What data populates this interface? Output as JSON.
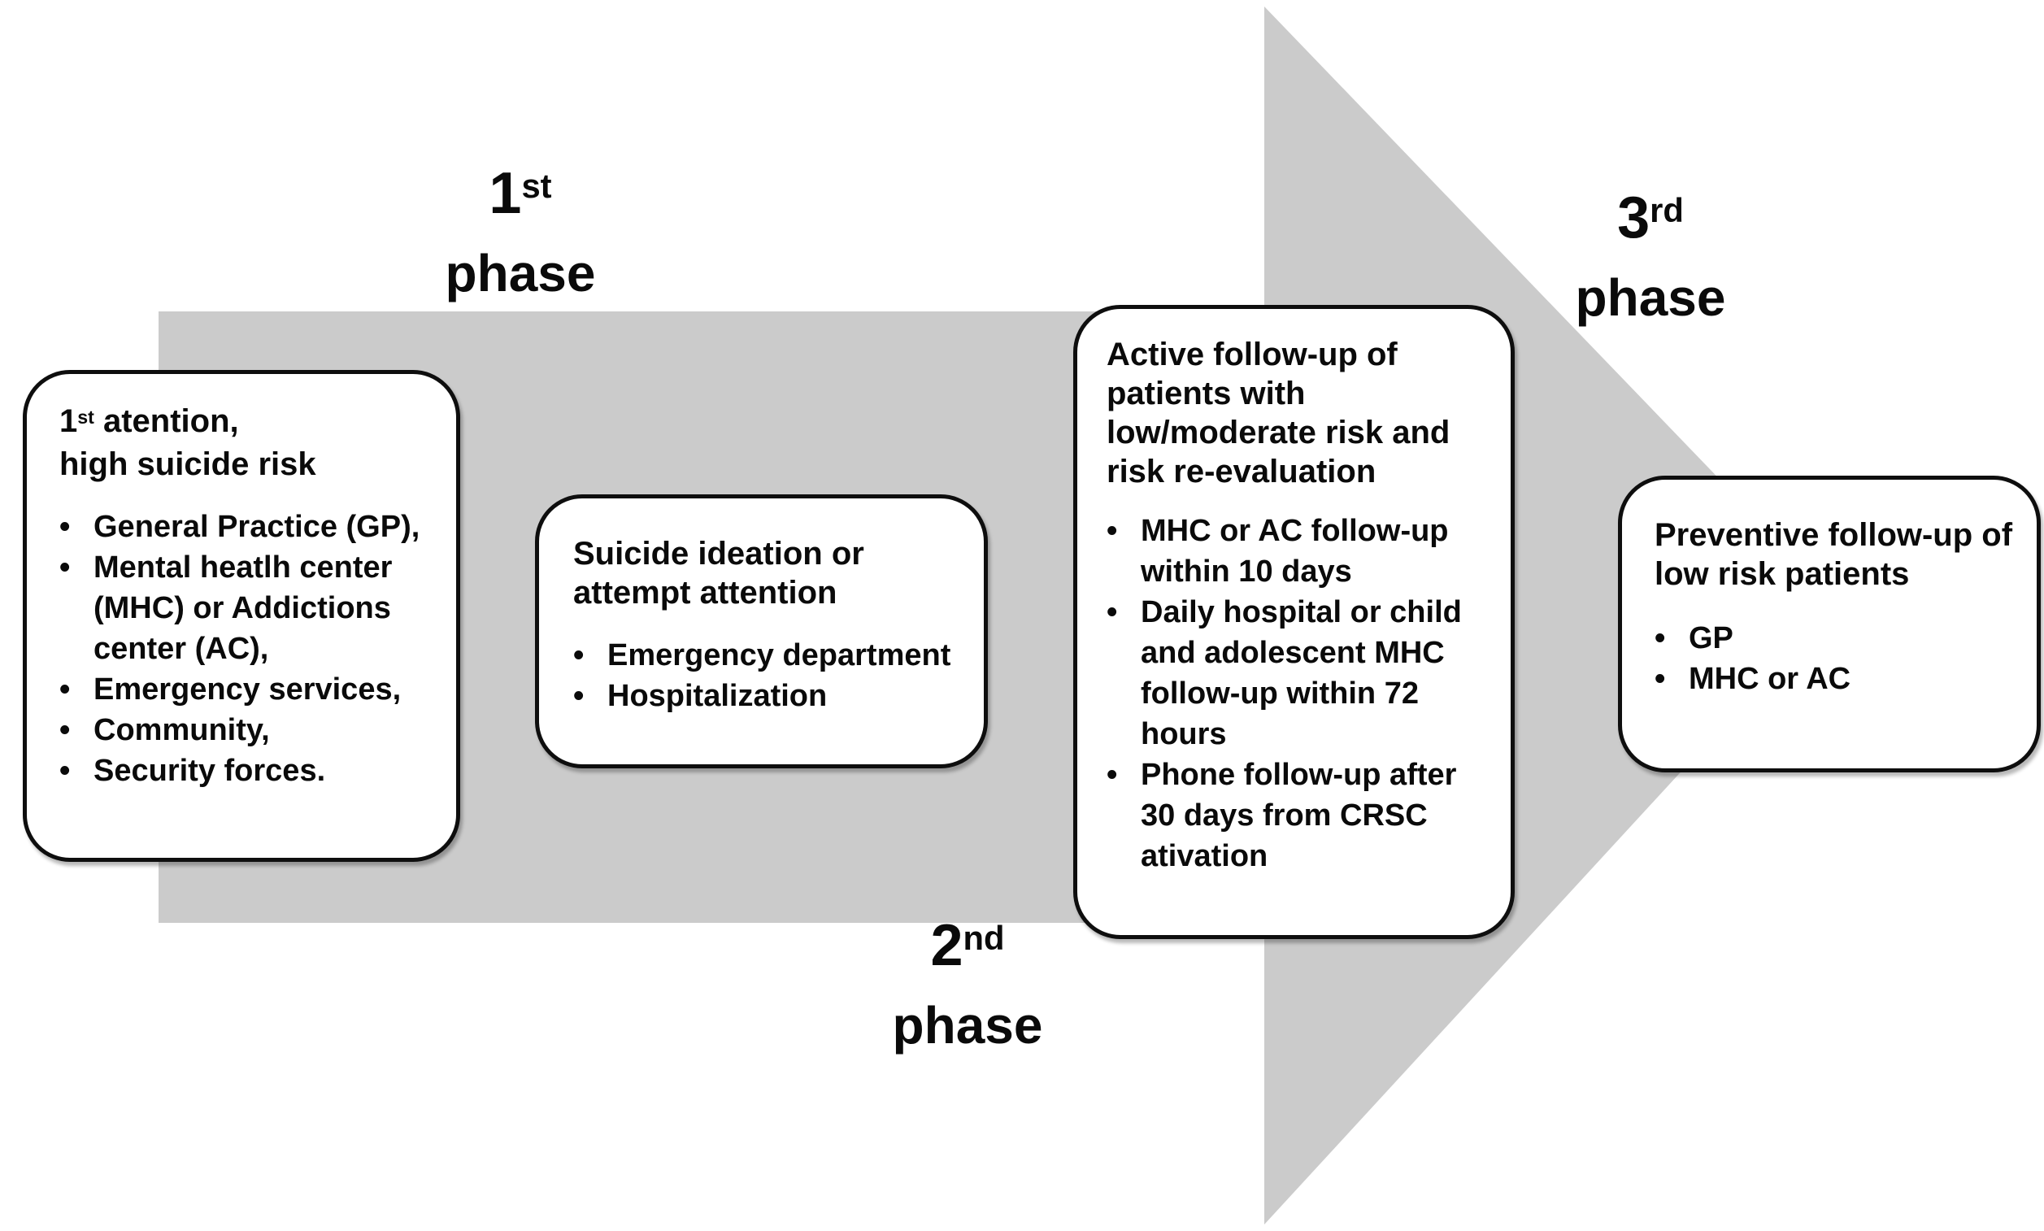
{
  "colors": {
    "arrow": "#cbcbcb",
    "box_background": "#ffffff",
    "box_border": "#0e0e0e",
    "text": "#0a0a0a"
  },
  "bullet_char": "•",
  "phase_labels": [
    {
      "number": "1",
      "suffix": "st",
      "word": "phase"
    },
    {
      "number": "2",
      "suffix": "nd",
      "word": "phase"
    },
    {
      "number": "3",
      "suffix": "rd",
      "word": "phase"
    }
  ],
  "boxes": [
    {
      "title_num": "1",
      "title_sup": "st",
      "title_rest": " atention,",
      "title_line2": "high suicide risk",
      "bullets": [
        "General Practice (GP),",
        "Mental heatlh center (MHC) or Addictions center (AC),",
        "Emergency services,",
        "Community,",
        "Security forces."
      ]
    },
    {
      "title_lines": [
        "Suicide ideation or",
        "attempt attention"
      ],
      "bullets": [
        "Emergency department",
        "Hospitalization"
      ]
    },
    {
      "title_lines": [
        "Active follow-up of",
        "patients with",
        "low/moderate risk and",
        "risk re-evaluation"
      ],
      "bullets": [
        "MHC or AC follow-up within 10 days",
        "Daily hospital or child and adolescent MHC follow-up within 72 hours",
        "Phone follow-up after 30 days from CRSC ativation"
      ]
    },
    {
      "title_lines": [
        "Preventive follow-up of",
        "low risk patients"
      ],
      "bullets": [
        "GP",
        "MHC or AC"
      ]
    }
  ]
}
